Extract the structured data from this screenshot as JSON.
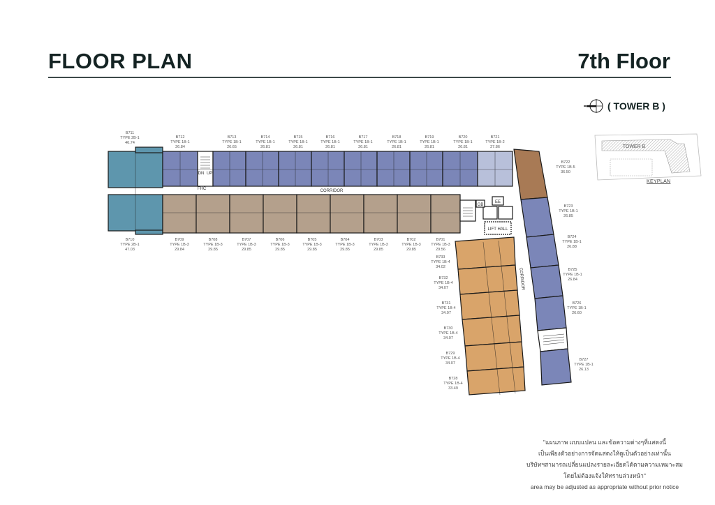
{
  "header": {
    "title": "FLOOR PLAN",
    "floor": "7th Floor"
  },
  "tower": {
    "label": "( TOWER B )",
    "compass_icon": "north-arrow-icon"
  },
  "keyplan": {
    "building_label": "TOWER B",
    "label": "KEYPLAN"
  },
  "colors": {
    "type_2B_1": "#5e96ad",
    "type_1B_1": "#7b86b8",
    "type_1B_2": "#b8c0da",
    "type_1B_3": "#b4a08c",
    "type_1B_4": "#d9a46a",
    "type_1B_5": "#a87a55",
    "wall": "#1a1a1a",
    "corridor": "#ffffff"
  },
  "plan_labels": {
    "corridor_h": "CORRIDOR",
    "corridor_v": "CORRIDOR",
    "lift_hall": "LIFT HALL",
    "fhc": "FHC",
    "stair_dn": "DN",
    "stair_up": "UP",
    "gb": "GB",
    "ee": "EE"
  },
  "units_top": [
    {
      "id": "B711",
      "type": "TYPE 2B-1",
      "area": "46.74"
    },
    {
      "id": "B712",
      "type": "TYPE 1B-1",
      "area": "26.84"
    },
    {
      "id": "B713",
      "type": "TYPE 1B-1",
      "area": "26.65"
    },
    {
      "id": "B714",
      "type": "TYPE 1B-1",
      "area": "26.81"
    },
    {
      "id": "B715",
      "type": "TYPE 1B-1",
      "area": "26.81"
    },
    {
      "id": "B716",
      "type": "TYPE 1B-1",
      "area": "26.81"
    },
    {
      "id": "B717",
      "type": "TYPE 1B-1",
      "area": "26.81"
    },
    {
      "id": "B718",
      "type": "TYPE 1B-1",
      "area": "26.81"
    },
    {
      "id": "B719",
      "type": "TYPE 1B-1",
      "area": "26.81"
    },
    {
      "id": "B720",
      "type": "TYPE 1B-1",
      "area": "26.81"
    },
    {
      "id": "B721",
      "type": "TYPE 1B-2",
      "area": "27.86"
    }
  ],
  "units_bottom": [
    {
      "id": "B710",
      "type": "TYPE 2B-1",
      "area": "47.03"
    },
    {
      "id": "B709",
      "type": "TYPE 1B-3",
      "area": "29.84"
    },
    {
      "id": "B708",
      "type": "TYPE 1B-3",
      "area": "29.85"
    },
    {
      "id": "B707",
      "type": "TYPE 1B-3",
      "area": "29.85"
    },
    {
      "id": "B706",
      "type": "TYPE 1B-3",
      "area": "29.85"
    },
    {
      "id": "B705",
      "type": "TYPE 1B-3",
      "area": "29.85"
    },
    {
      "id": "B704",
      "type": "TYPE 1B-3",
      "area": "29.85"
    },
    {
      "id": "B703",
      "type": "TYPE 1B-3",
      "area": "29.85"
    },
    {
      "id": "B702",
      "type": "TYPE 1B-3",
      "area": "29.85"
    },
    {
      "id": "B701",
      "type": "TYPE 1B-3",
      "area": "29.56"
    }
  ],
  "units_right": [
    {
      "id": "B722",
      "type": "TYPE 1B-5",
      "area": "36.50"
    },
    {
      "id": "B723",
      "type": "TYPE 1B-1",
      "area": "26.85"
    },
    {
      "id": "B724",
      "type": "TYPE 1B-1",
      "area": "26.88"
    },
    {
      "id": "B725",
      "type": "TYPE 1B-1",
      "area": "26.84"
    },
    {
      "id": "B726",
      "type": "TYPE 1B-1",
      "area": "26.60"
    },
    {
      "id": "B727",
      "type": "TYPE 1B-1",
      "area": "26.13"
    }
  ],
  "units_wing": [
    {
      "id": "B733",
      "type": "TYPE 1B-4",
      "area": "34.02"
    },
    {
      "id": "B732",
      "type": "TYPE 1B-4",
      "area": "34.07"
    },
    {
      "id": "B731",
      "type": "TYPE 1B-4",
      "area": "34.07"
    },
    {
      "id": "B730",
      "type": "TYPE 1B-4",
      "area": "34.07"
    },
    {
      "id": "B729",
      "type": "TYPE 1B-4",
      "area": "34.07"
    },
    {
      "id": "B728",
      "type": "TYPE 1B-4",
      "area": "33.49"
    }
  ],
  "disclaimer": {
    "th_line1": "\"แผนภาพ แบบแปลน และข้อความต่างๆที่แสดงนี้",
    "th_line2": "เป็นเพียงตัวอย่างการจัดแสดงให้ดูเป็นตัวอย่างเท่านั้น",
    "th_line3": "บริษัทฯสามารถเปลี่ยนแปลงรายละเอียดได้ตามความเหมาะสม",
    "th_line4": "โดยไม่ต้องแจ้งให้ทราบล่วงหน้า\"",
    "en_line": "area may be adjusted as appropriate without prior notice"
  }
}
